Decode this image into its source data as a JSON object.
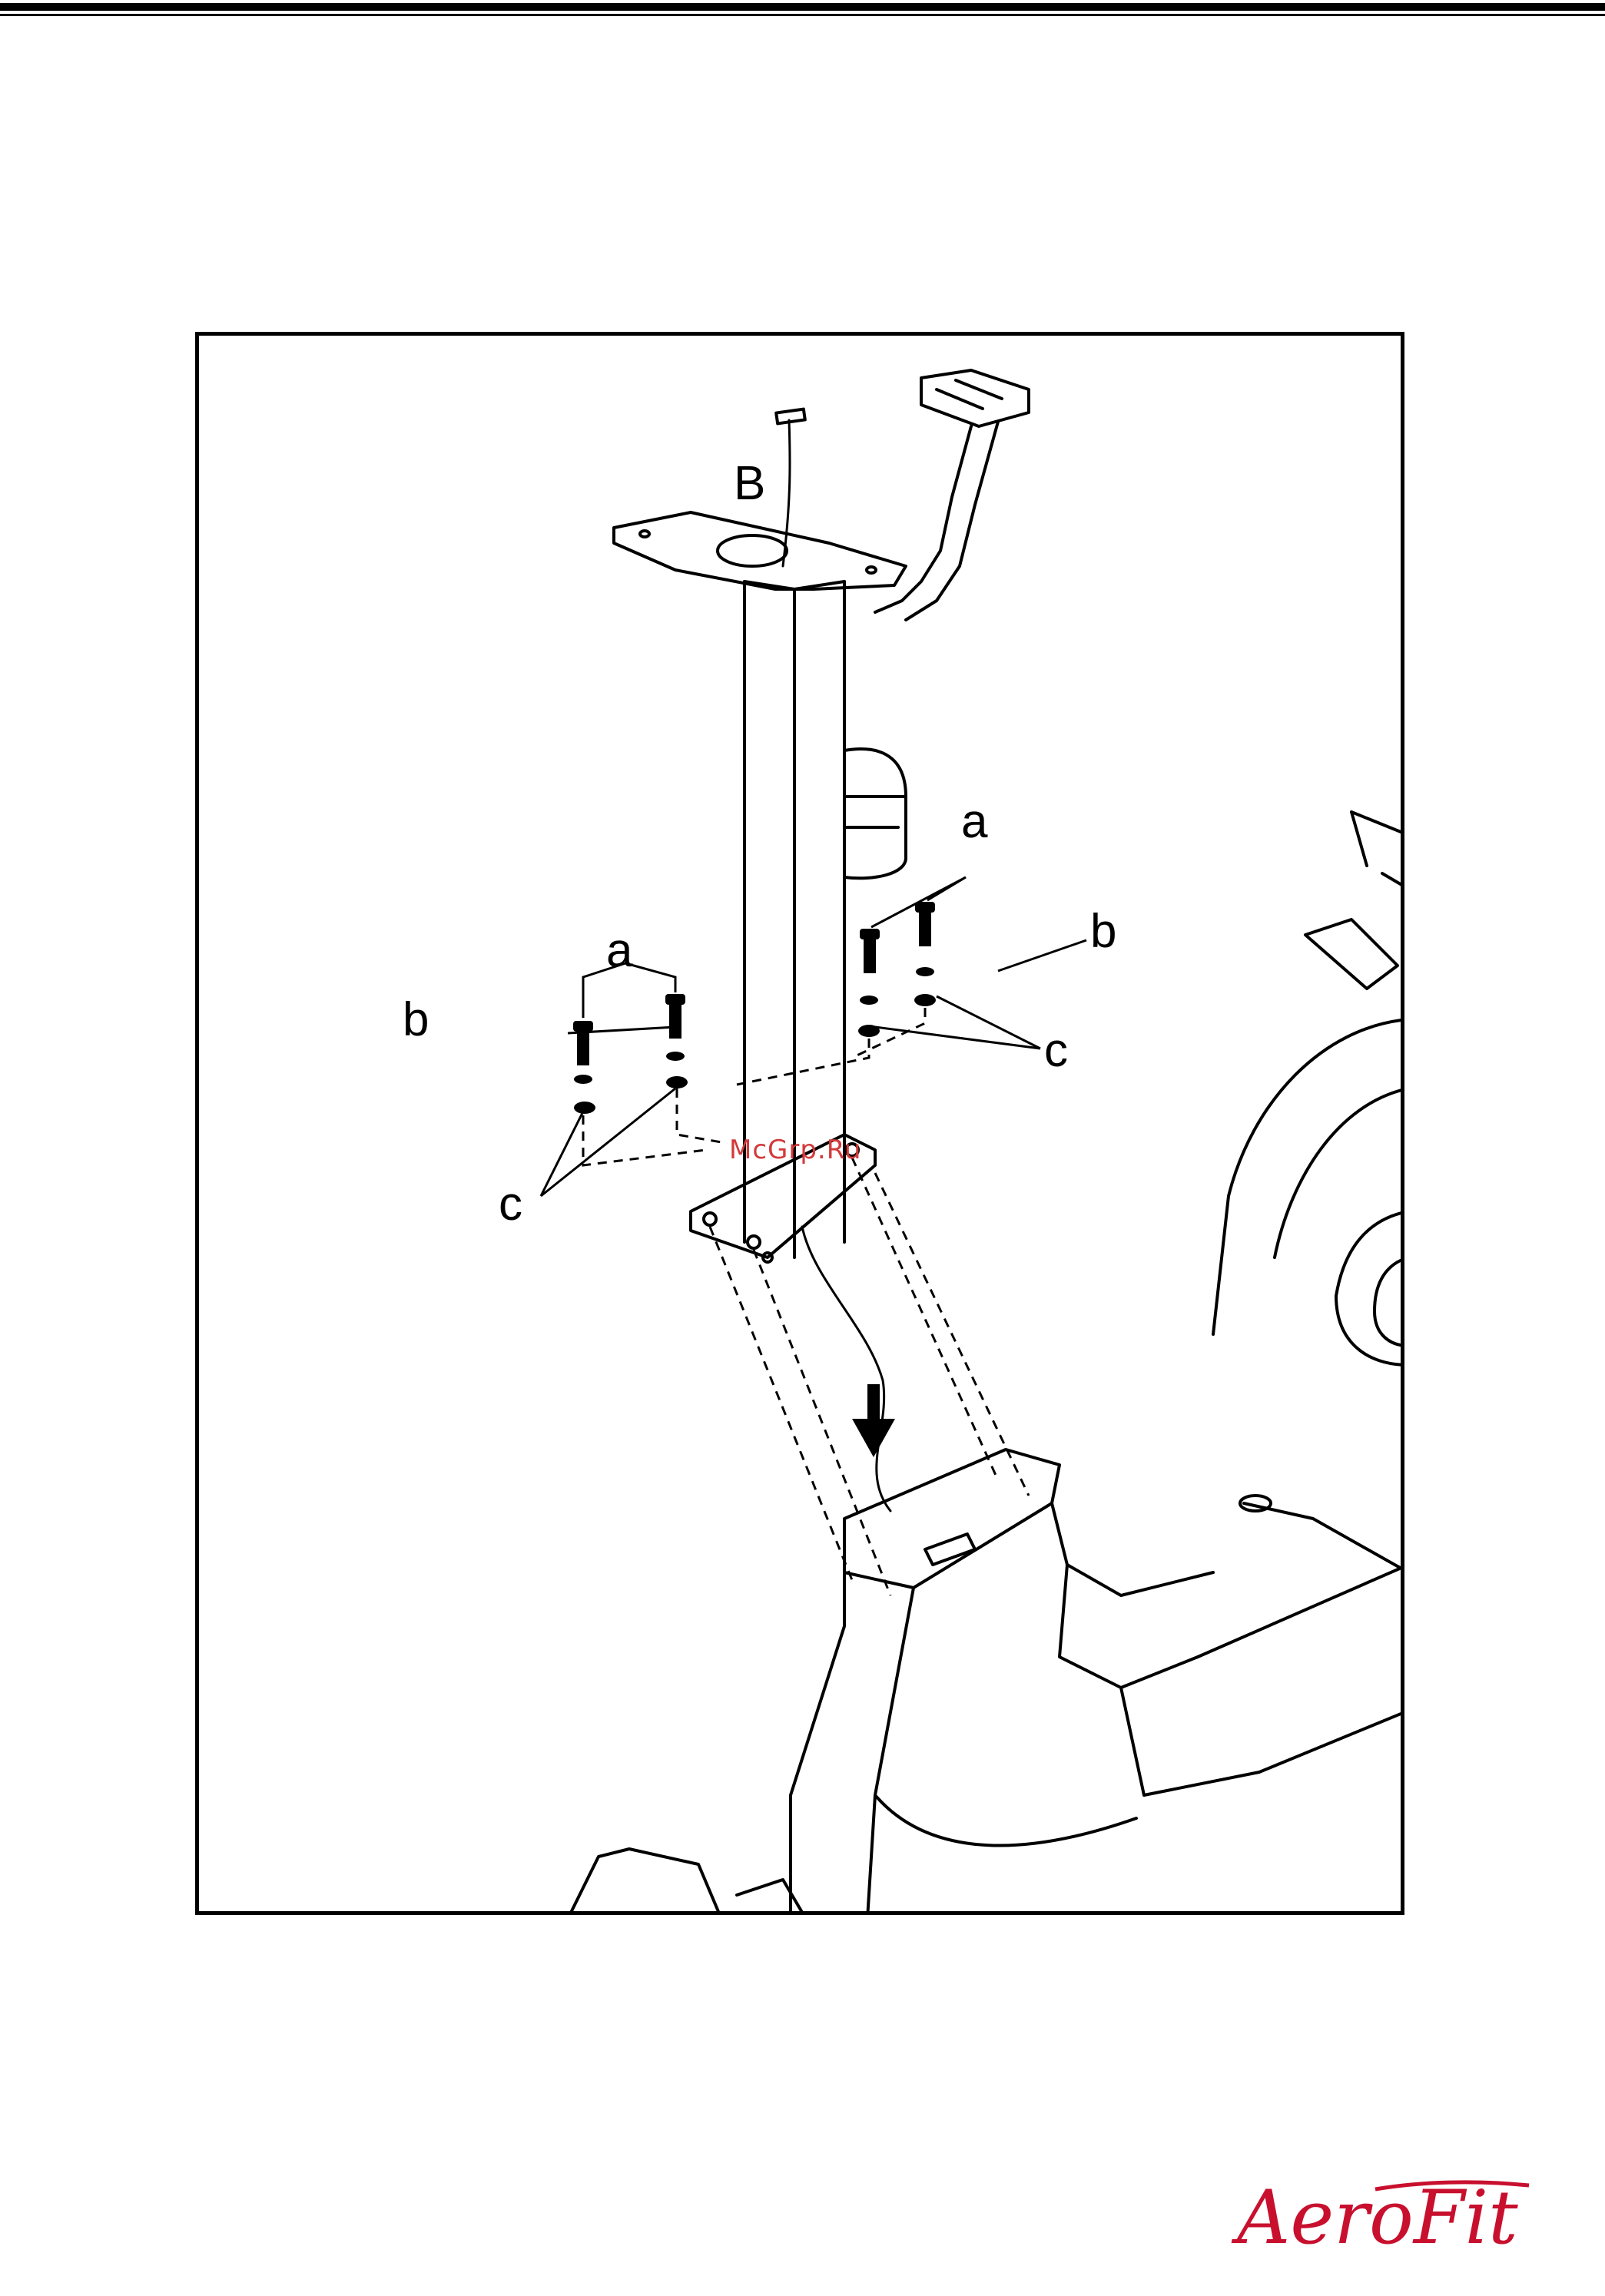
{
  "figure": {
    "labels": {
      "cable": "B",
      "bolt_right": "a",
      "bolt_left": "a",
      "washer_right": "b",
      "washer_left": "b",
      "curved_washer_right": "c",
      "curved_washer_left": "c"
    },
    "watermark": "McGrp.Ru",
    "arrow": "down-arrow-icon"
  },
  "brand": {
    "logo_text": "AeroFit",
    "logo_color": "#c8102e"
  },
  "colors": {
    "line": "#000000",
    "watermark": "#d23a3a"
  }
}
